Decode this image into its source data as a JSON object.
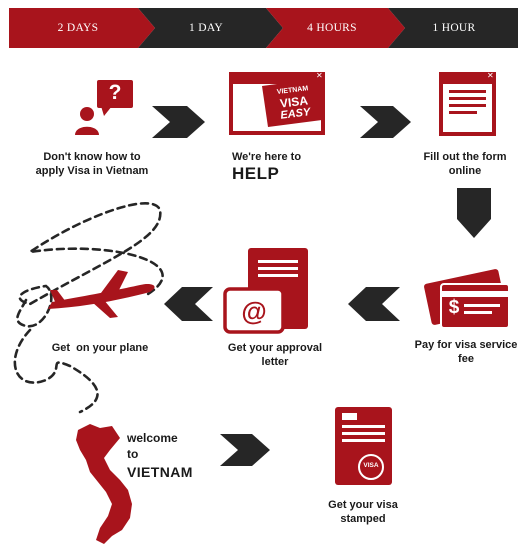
{
  "timeline": [
    "2 DAYS",
    "1 DAY",
    "4 HOURS",
    "1 HOUR"
  ],
  "steps": {
    "dont_know_line1": "Don't know how to",
    "dont_know_line2": "apply Visa in Vietnam",
    "here_to": "We're here to",
    "help": "HELP",
    "fill_line1": "Fill out the form",
    "fill_line2": "online",
    "pay_line1": "Pay for visa service",
    "pay_line2": "fee",
    "approval_line1": "Get your approval",
    "approval_line2": "letter",
    "plane": "Get  on your plane",
    "welcome": "welcome",
    "to": "to",
    "vietnam": "VIETNAM",
    "stamped_line1": "Get your visa",
    "stamped_line2": "stamped"
  },
  "logo": {
    "line1": "VIETNAM",
    "line2": "VISA",
    "line3": "EASY"
  },
  "icons": {
    "question_mark": "?",
    "at_sign": "@",
    "dollar_sign": "$",
    "visa_stamp": "VISA"
  },
  "colors": {
    "red": "#a8141c",
    "dark": "#262626",
    "white": "#ffffff"
  }
}
